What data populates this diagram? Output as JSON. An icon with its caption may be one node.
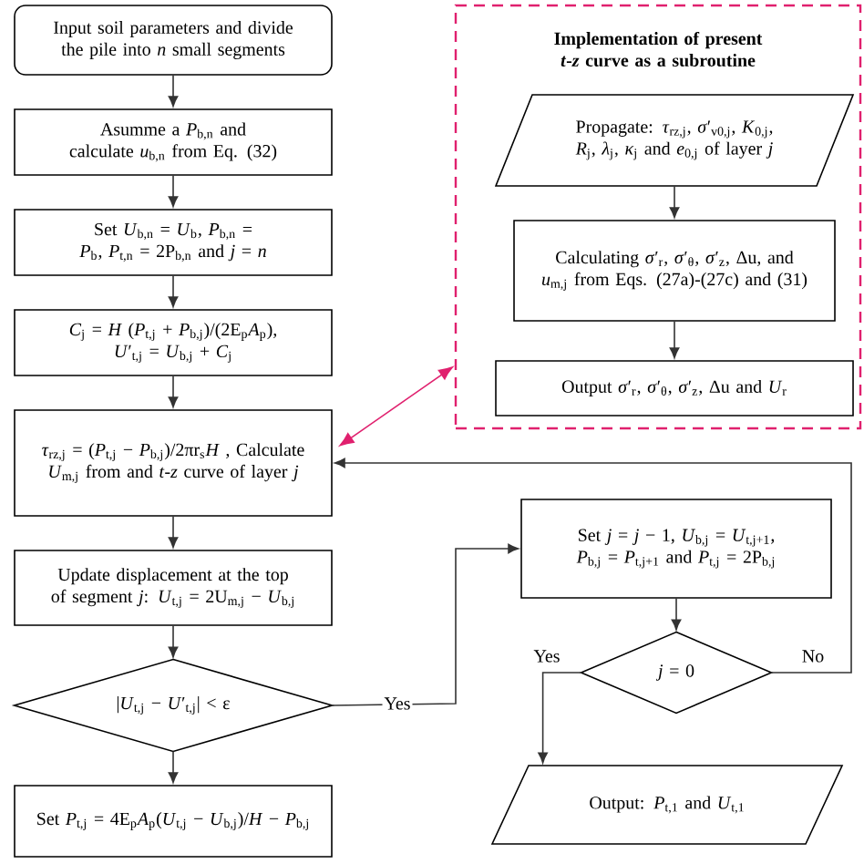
{
  "diagram": {
    "nodes": [
      {
        "text": [
          "Input soil parameters and divide the pile into *n* small segments"
        ]
      },
      {
        "text": [
          "Asumme a *P*$_{b,n}$ and calculate *u*$_{b,n}$ from Eq. (32)"
        ]
      },
      {
        "text": [
          "Set *U*$_{b,n}$ = *U*$_{b}$, *P*$_{b,n}$ = *P*$_{b}$, *P*$_{t,n}$ = 2P$_{b,n}$ and *j* = *n*"
        ]
      },
      {
        "text": [
          "*C*$_{j}$ = *H* (*P*$_{t,j}$ + *P*$_{b,j}$)/(2E$_{p}$*A*$_{p}$), *U*′$_{t,j}$ = *U*$_{b,j}$ + *C*$_{j}$"
        ]
      },
      {
        "text": [
          "*τ*$_{rz,j}$ = (*P*$_{t,j}$ − *P*$_{b,j}$)/2πr$_{s}$*H* , Calculate *U*$_{m,j}$ from and *t*-*z* curve of layer *j*"
        ]
      },
      {
        "text": [
          "Update displacement at the top of segment *j*: *U*$_{t,j}$ = 2U$_{m,j}$ − *U*$_{b,j}$"
        ]
      },
      {
        "text": [
          "|*U*$_{t,j}$ − *U*′$_{t,j}$| < ε"
        ]
      },
      {
        "text": [
          "Set *P*$_{t,j}$ = 4E$_{p}$*A*$_{p}$(*U*$_{t,j}$ − *U*$_{b,j}$)/*H* − *P*$_{b,j}$"
        ]
      },
      {
        "text": [
          "Implementation of present *t*-*z* curve as a subroutine"
        ]
      },
      {
        "text": [
          "Propagate: *τ*$_{rz,j}$, *σ*′$_{v0,j}$, *K*$_{0,j}$, *R*$_{j}$, *λ*$_{j}$, *κ*$_{j}$ and *e*$_{0,j}$ of layer *j*"
        ],
        "in": 8
      },
      {
        "text": [
          "Calculating *σ*′$_{r}$, *σ*′$_{θ}$, *σ*′$_{z}$, Δu, and *u*$_{m,j}$ from Eqs. (27a)-(27c) and (31)"
        ],
        "in": 8
      },
      {
        "text": [
          "Output *σ*′$_{r}$, *σ*′$_{θ}$, *σ*′$_{z}$, Δu and *U*$_{r}$"
        ],
        "in": 8
      },
      {
        "text": [
          "Set *j* = *j* − 1, *U*$_{b,j}$ = *U*$_{t,j+1}$, *P*$_{b,j}$ = *P*$_{t,j+1}$ and *P*$_{t,j}$ = 2P$_{b,j}$"
        ]
      },
      {
        "text": [
          "*j* = 0"
        ]
      },
      {
        "text": [
          "Output: *P*$_{t,1}$ and *U*$_{t,1}$"
        ]
      }
    ],
    "edges": [
      {
        "from": 0,
        "to": 1,
        "arrow": "to"
      },
      {
        "from": 1,
        "to": 2,
        "arrow": "to"
      },
      {
        "from": 2,
        "to": 3,
        "arrow": "to"
      },
      {
        "from": 3,
        "to": 4,
        "arrow": "to"
      },
      {
        "from": 4,
        "to": 5,
        "arrow": "to"
      },
      {
        "from": 5,
        "to": 6,
        "arrow": "to"
      },
      {
        "from": 6,
        "to": 12,
        "arrow": "to",
        "label": "Yes"
      },
      {
        "from": 6,
        "to": 7,
        "arrow": "to"
      },
      {
        "from": 12,
        "to": 13,
        "arrow": "to"
      },
      {
        "from": 13,
        "to": 14,
        "arrow": "to",
        "label": "Yes"
      },
      {
        "from": 13,
        "to": 4,
        "arrow": "to",
        "label": "No"
      },
      {
        "from": 9,
        "to": 10,
        "arrow": "to"
      },
      {
        "from": 10,
        "to": 11,
        "arrow": "to"
      },
      {
        "from": 4,
        "to": 8,
        "arrow": "both",
        "color": "#e0206e"
      }
    ]
  }
}
